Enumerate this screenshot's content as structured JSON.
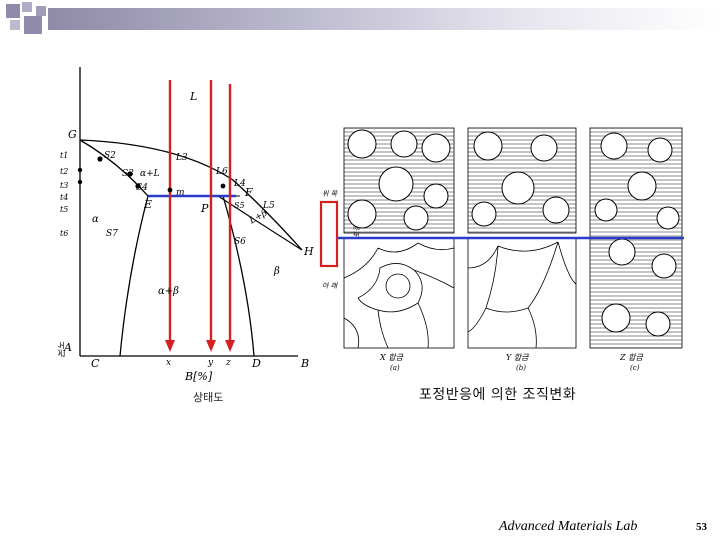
{
  "slide": {
    "caption": "포정반응에 의한 조직변화",
    "footer_lab": "Advanced Materials Lab",
    "page_number": "53"
  },
  "phase_diagram": {
    "caption": "상태도",
    "axis_left_label": "A",
    "axis_labels": [
      "C",
      "D",
      "B"
    ],
    "x_axis_title": "B[%]",
    "composition_marks": [
      "x",
      "y",
      "z"
    ],
    "region_labels": [
      "L",
      "α+L",
      "α",
      "α+β",
      "β",
      "L+β"
    ],
    "point_labels": [
      "G",
      "E",
      "P",
      "F",
      "H",
      "m"
    ],
    "curve_labels": [
      "S2",
      "S3",
      "S4",
      "S7",
      "S6",
      "L3",
      "L4",
      "L5",
      "S5",
      "L6"
    ],
    "temperature_labels": [
      "t1",
      "t2",
      "t3",
      "t4",
      "t5",
      "t6"
    ],
    "left_side_label": "온도"
  },
  "micrographs": {
    "panel_labels": [
      "X 합금",
      "Y 합금",
      "Z 합금"
    ],
    "panel_sublabels": [
      "(a)",
      "(b)",
      "(c)"
    ],
    "side_labels": [
      "위 쪽",
      "포정온도",
      "아 래"
    ]
  },
  "colors": {
    "vertical_line": "#d42020",
    "horizontal_line": "#2a3ccc",
    "highlight_box": "#d42020"
  }
}
